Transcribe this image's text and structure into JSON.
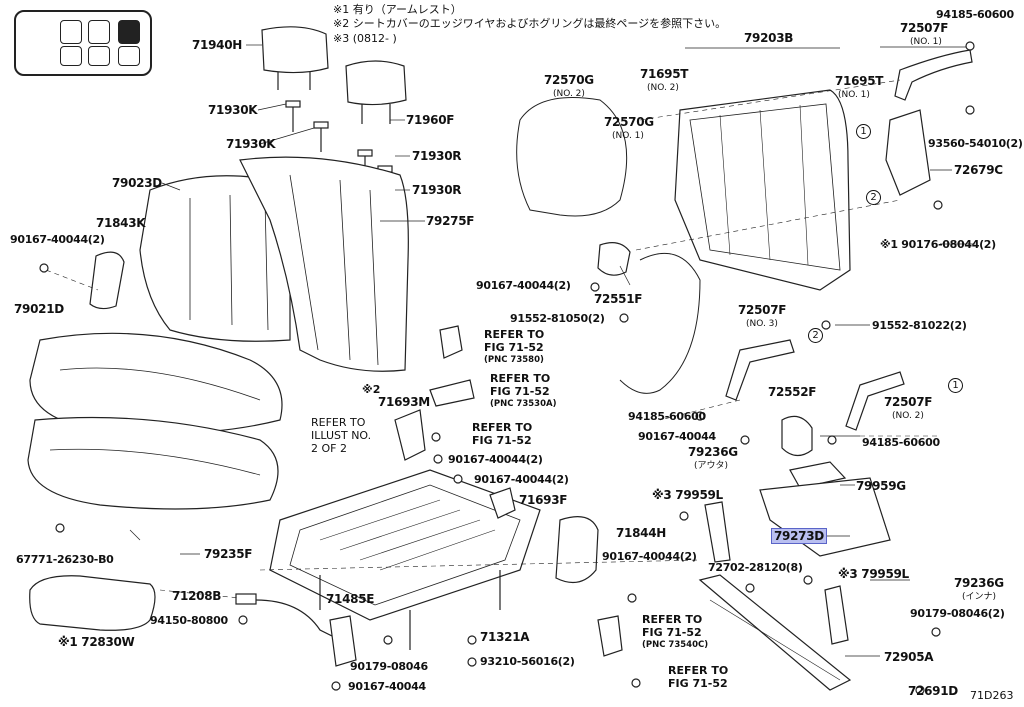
{
  "thumbnail": {
    "label": "seat-position-index",
    "cells": 6,
    "selected_cell": 3
  },
  "notes": [
    "※1 有り（アームレスト）",
    "※2 シートカバーのエッジワイヤおよびホグリングは最終ページを参照下さい。",
    "※3 (0812-      )"
  ],
  "diagram_code": "71D263",
  "highlighted_part": "79273D",
  "parts": {
    "p71940H": "71940H",
    "p71930K_a": "71930K",
    "p71930K_b": "71930K",
    "p71960F": "71960F",
    "p71930R_a": "71930R",
    "p71930R_b": "71930R",
    "p79023D": "79023D",
    "p79275F": "79275F",
    "p71843K": "71843K",
    "p90167_40044_2a": "90167-40044(2)",
    "p79021D": "79021D",
    "p79203B": "79203B",
    "p72570G_2": "72570G",
    "p72570G_2_sub": "(NO. 2)",
    "p71695T_2": "71695T",
    "p71695T_2_sub": "(NO. 2)",
    "p72570G_1": "72570G",
    "p72570G_1_sub": "(NO. 1)",
    "p71695T_1": "71695T",
    "p71695T_1_sub": "(NO. 1)",
    "p72507F_1": "72507F",
    "p72507F_1_sub": "(NO. 1)",
    "p94185_60600_a": "94185-60600",
    "p93560_54010_2": "93560-54010(2)",
    "p72679C": "72679C",
    "p90176_08044_2": "※1 90176-08044(2)",
    "p90167_40044_2b": "90167-40044(2)",
    "p72551F": "72551F",
    "p91552_81050_2": "91552-81050(2)",
    "p72507F_3": "72507F",
    "p72507F_3_sub": "(NO. 3)",
    "p91552_81022_2": "91552-81022(2)",
    "p72552F": "72552F",
    "p72507F_2": "72507F",
    "p72507F_2_sub": "(NO. 2)",
    "p94185_60600_b": "94185-60600",
    "p94185_60600_c": "94185-60600",
    "p90167_40044_c": "90167-40044",
    "p79236G_out": "79236G",
    "p79236G_out_sub": "(アウタ)",
    "p79959L_a": "※3 79959L",
    "p79959G": "79959G",
    "p79273D": "79273D",
    "p71693M": "71693M",
    "p90167_40044_2c": "90167-40044(2)",
    "p90167_40044_2d": "90167-40044(2)",
    "p71693F": "71693F",
    "p71844H": "71844H",
    "p90167_40044_2e": "90167-40044(2)",
    "p72702_28120_8": "72702-28120(8)",
    "p79959L_b": "※3 79959L",
    "p79236G_in": "79236G",
    "p79236G_in_sub": "(インナ)",
    "p90179_08046_2": "90179-08046(2)",
    "p72905A": "72905A",
    "p72691D": "72691D",
    "p67771_26230_B0": "67771-26230-B0",
    "p79235F": "79235F",
    "p71208B": "71208B",
    "p94150_80800": "94150-80800",
    "p72830W": "※1 72830W",
    "p71485E": "71485E",
    "p71321A": "71321A",
    "p93210_56016_2": "93210-56016(2)",
    "p90179_08046": "90179-08046",
    "p90167_40044_f": "90167-40044",
    "mark_x2": "※2"
  },
  "refs": {
    "r1_line1": "REFER TO",
    "r1_line2": "FIG 71-52",
    "r1_pnc": "(PNC 73580)",
    "r2_line1": "REFER TO",
    "r2_line2": "FIG 71-52",
    "r2_pnc": "(PNC 73530A)",
    "r3_line1": "REFER TO",
    "r3_line2": "FIG 71-52",
    "r4_line1": "REFER TO",
    "r4_line2": "ILLUST NO.",
    "r4_line3": "2 OF 2",
    "r5_line1": "REFER TO",
    "r5_line2": "FIG 71-52",
    "r5_pnc": "(PNC 73540C)",
    "r6_line1": "REFER TO",
    "r6_line2": "FIG 71-52"
  },
  "circled": {
    "c1": "1",
    "c2": "2",
    "c3": "2",
    "c4": "1"
  }
}
